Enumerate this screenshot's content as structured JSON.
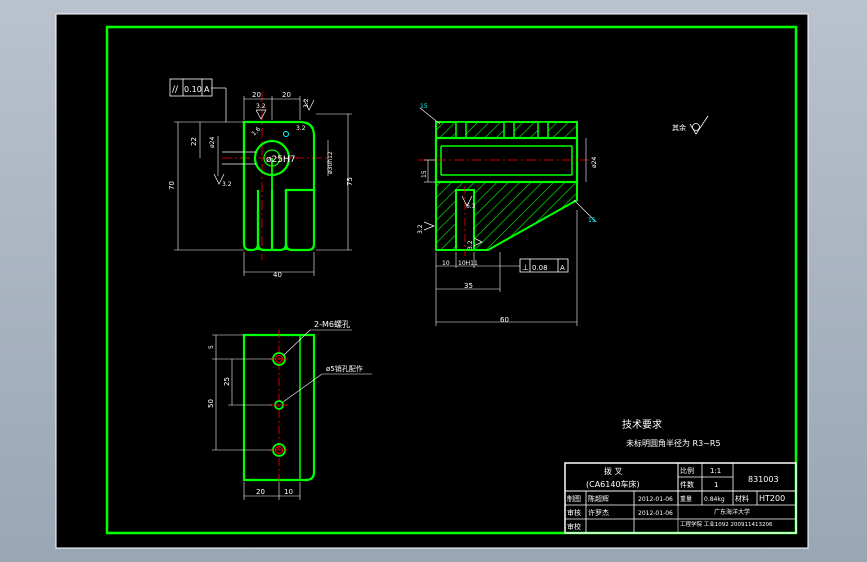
{
  "colors": {
    "background": "#000000",
    "border": "#00ff00",
    "part": "#00ff00",
    "dimension": "#ffffff",
    "centerline": "#ff0000",
    "hatch": "#00ff00",
    "text": "#ffffff"
  },
  "front_view": {
    "tolerance_symbol": "//",
    "tolerance_value": "0.10",
    "tolerance_datum": "A",
    "dim_top_left": "20",
    "dim_top_right": "20",
    "dim_width": "40",
    "dim_height_total": "70",
    "dim_left_22": "22",
    "dim_left_26": "ø24",
    "dim_right_75": "75",
    "dim_right_small": "ø30h12",
    "bore_label": "ø25H7",
    "roughness_1": "3.2",
    "roughness_2": "3.2",
    "roughness_3": "3.2",
    "roughness_4": "1.6"
  },
  "side_view": {
    "dim_15": "15",
    "dim_10a": "10",
    "dim_10b": "10H11",
    "dim_35": "35",
    "dim_60": "60",
    "dim_dia": "ø24",
    "roughness_1": "6.3",
    "roughness_2": "3.2",
    "roughness_3": "3.2",
    "perp_symbol": "⊥",
    "perp_value": "0.08",
    "perp_datum": "A",
    "corner_1": "15",
    "corner_2": "15"
  },
  "bottom_view": {
    "callout_threads": "2-M6螺孔",
    "callout_pin": "ø5销孔配作",
    "dim_top": "5",
    "dim_25": "25",
    "dim_50": "50",
    "dim_20": "20",
    "dim_10": "10"
  },
  "roughness_note": "其余",
  "tech_requirements": {
    "title": "技术要求",
    "line1": "未标明圆角半径为 R3~R5"
  },
  "title_block": {
    "part_name": "拨  叉",
    "machine": "(CA6140车床)",
    "scale_label": "比例",
    "scale_value": "1:1",
    "qty_label": "件数",
    "qty_value": "1",
    "drawing_no": "831003",
    "weight_label": "重量",
    "weight_value": "0.84kg",
    "material_label": "材料",
    "material_value": "HT200",
    "drawn_label": "制图",
    "drawn_name": "陈超辉",
    "drawn_date": "2012-01-06",
    "reviewed_label": "审核",
    "reviewed_name": "许罗杰",
    "reviewed_date": "2012-01-06",
    "approved_label": "审校",
    "school": "广东海洋大学",
    "class_info": "工程学院 工业1092 200911413206"
  }
}
